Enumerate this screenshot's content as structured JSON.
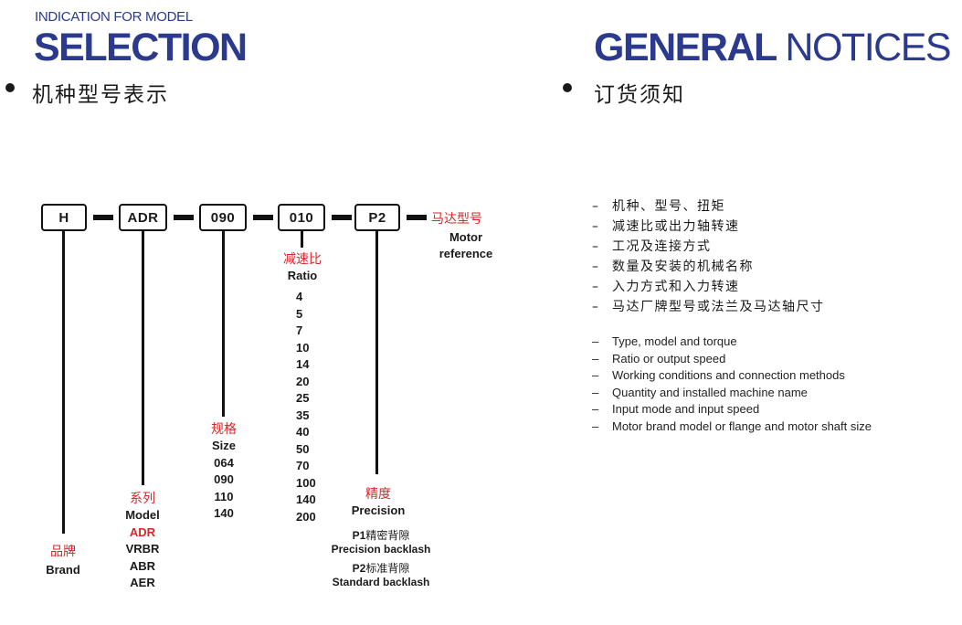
{
  "left": {
    "small_title": "INDICATION FOR MODEL",
    "big_title": "SELECTION",
    "section_zh": "机种型号表示"
  },
  "right": {
    "big_title_bold": "GENERAL",
    "big_title_light": "NOTICES",
    "section_zh": "订货须知"
  },
  "code": {
    "h": "H",
    "adr": "ADR",
    "size": "090",
    "ratio": "010",
    "precision": "P2",
    "motor_zh": "马达型号",
    "motor_en_1": "Motor",
    "motor_en_2": "reference"
  },
  "labels": {
    "brand_zh": "品牌",
    "brand_en": "Brand",
    "model_zh": "系列",
    "model_en": "Model",
    "model_values": [
      "ADR",
      "VRBR",
      "ABR",
      "AER"
    ],
    "size_zh": "规格",
    "size_en": "Size",
    "size_values": [
      "064",
      "090",
      "110",
      "140"
    ],
    "ratio_zh": "减速比",
    "ratio_en": "Ratio",
    "ratio_values": [
      "4",
      "5",
      "7",
      "10",
      "14",
      "20",
      "25",
      "35",
      "40",
      "50",
      "70",
      "100",
      "140",
      "200"
    ],
    "precision_zh": "精度",
    "precision_en": "Precision",
    "p1_code": "P1",
    "p1_zh": "精密背隙",
    "p1_en": "Precision backlash",
    "p2_code": "P2",
    "p2_zh": "标准背隙",
    "p2_en": "Standard backlash"
  },
  "notices": {
    "zh": [
      "机种、型号、扭矩",
      "减速比或出力轴转速",
      "工况及连接方式",
      "数量及安装的机械名称",
      "入力方式和入力转速",
      "马达厂牌型号或法兰及马达轴尺寸"
    ],
    "en": [
      "Type, model and torque",
      "Ratio or output speed",
      "Working conditions and connection methods",
      "Quantity and installed machine name",
      "Input mode and input speed",
      "Motor brand model or flange and motor shaft size"
    ],
    "dash": "–"
  },
  "colors": {
    "heading": "#2b3a8c",
    "accent_red": "#d8262a",
    "ink": "#111111"
  }
}
